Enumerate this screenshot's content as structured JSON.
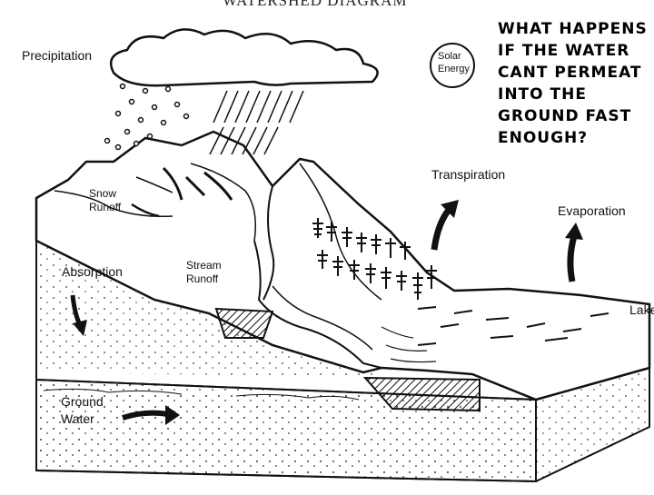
{
  "header": {
    "title": "WATERSHED DIAGRAM"
  },
  "question": {
    "text": "WHAT HAPPENS\nIF THE WATER\nCANT PERMEAT\nINTO THE\nGROUND FAST\nENOUGH?"
  },
  "labels": {
    "precipitation": "Precipitation",
    "solar_energy": "Solar\nEnergy",
    "transpiration": "Transpiration",
    "evaporation": "Evaporation",
    "snow_runoff": "Snow\nRunoff",
    "stream_runoff": "Stream\nRunoff",
    "absorption": "Absorption",
    "ground_water": "Ground\nWater",
    "lake": "Lake"
  }
}
